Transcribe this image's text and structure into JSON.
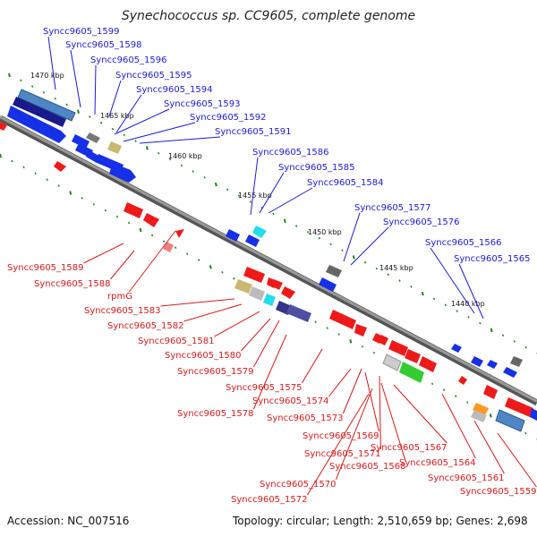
{
  "header": {
    "title": "Synechococcus sp. CC9605, complete genome"
  },
  "footer": {
    "accession": "Accession: NC_007516",
    "summary": "Topology: circular; Length: 2,510,659 bp; Genes: 2,698"
  },
  "scale_labels": [
    "1470 kbp",
    "1465 kbp",
    "1460 kbp",
    "1455 kbp",
    "1450 kbp",
    "1445 kbp",
    "1440 kbp"
  ],
  "colors": {
    "forward_label": "#1a1ad6",
    "reverse_label": "#d61a1a",
    "forward_gene": "#1530e6",
    "reverse_gene": "#ee1a1a",
    "backbone": "#888888",
    "tick": "#1a8a1a"
  },
  "forward_genes": [
    "Syncc9605_1599",
    "Syncc9605_1598",
    "Syncc9605_1596",
    "Syncc9605_1595",
    "Syncc9605_1594",
    "Syncc9605_1593",
    "Syncc9605_1592",
    "Syncc9605_1591",
    "Syncc9605_1586",
    "Syncc9605_1585",
    "Syncc9605_1584",
    "Syncc9605_1577",
    "Syncc9605_1576",
    "Syncc9605_1566",
    "Syncc9605_1565"
  ],
  "reverse_genes": [
    "Syncc9605_1589",
    "Syncc9605_1588",
    "rpmG",
    "Syncc9605_1583",
    "Syncc9605_1582",
    "Syncc9605_1581",
    "Syncc9605_1580",
    "Syncc9605_1579",
    "Syncc9605_1578",
    "Syncc9605_1575",
    "Syncc9605_1574",
    "Syncc9605_1573",
    "Syncc9605_1569",
    "Syncc9605_1571",
    "Syncc9605_1567",
    "Syncc9605_1568",
    "Syncc9605_1570",
    "Syncc9605_1572",
    "Syncc9605_1564",
    "Syncc9605_1561",
    "Syncc9605_1559"
  ]
}
